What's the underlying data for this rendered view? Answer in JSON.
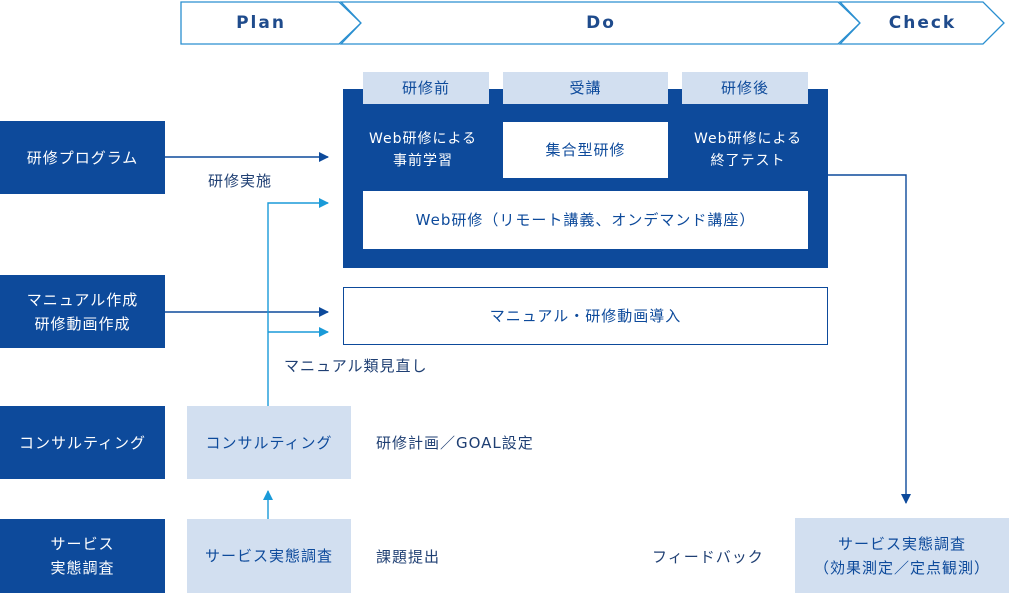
{
  "phases": {
    "plan": "Plan",
    "do": "Do",
    "check": "Check"
  },
  "left_column": {
    "program": "研修プログラム",
    "manual": "マニュアル作成\n研修動画作成",
    "consulting": "コンサルティング",
    "survey": "サービス\n実態調査"
  },
  "middle_column": {
    "consulting": "コンサルティング",
    "survey": "サービス実態調査"
  },
  "training_block": {
    "tabs": [
      "研修前",
      "受講",
      "研修後"
    ],
    "pre": "Web研修による\n事前学習",
    "group": "集合型研修",
    "post": "Web研修による\n終了テスト",
    "web": "Web研修（リモート講義、オンデマンド講座）"
  },
  "manual_box": "マニュアル・研修動画導入",
  "labels": {
    "training_impl": "研修実施",
    "manual_review": "マニュアル類見直し",
    "plan_goal": "研修計画／GOAL設定",
    "issue": "課題提出",
    "feedback": "フィードバック"
  },
  "check_box": "サービス実態調査\n（効果測定／定点観測）",
  "colors": {
    "navy": "#0d4a9b",
    "pale": "#d2dff0",
    "light_arrow": "#1a9ad8",
    "chevron": "#2a8fd0"
  }
}
